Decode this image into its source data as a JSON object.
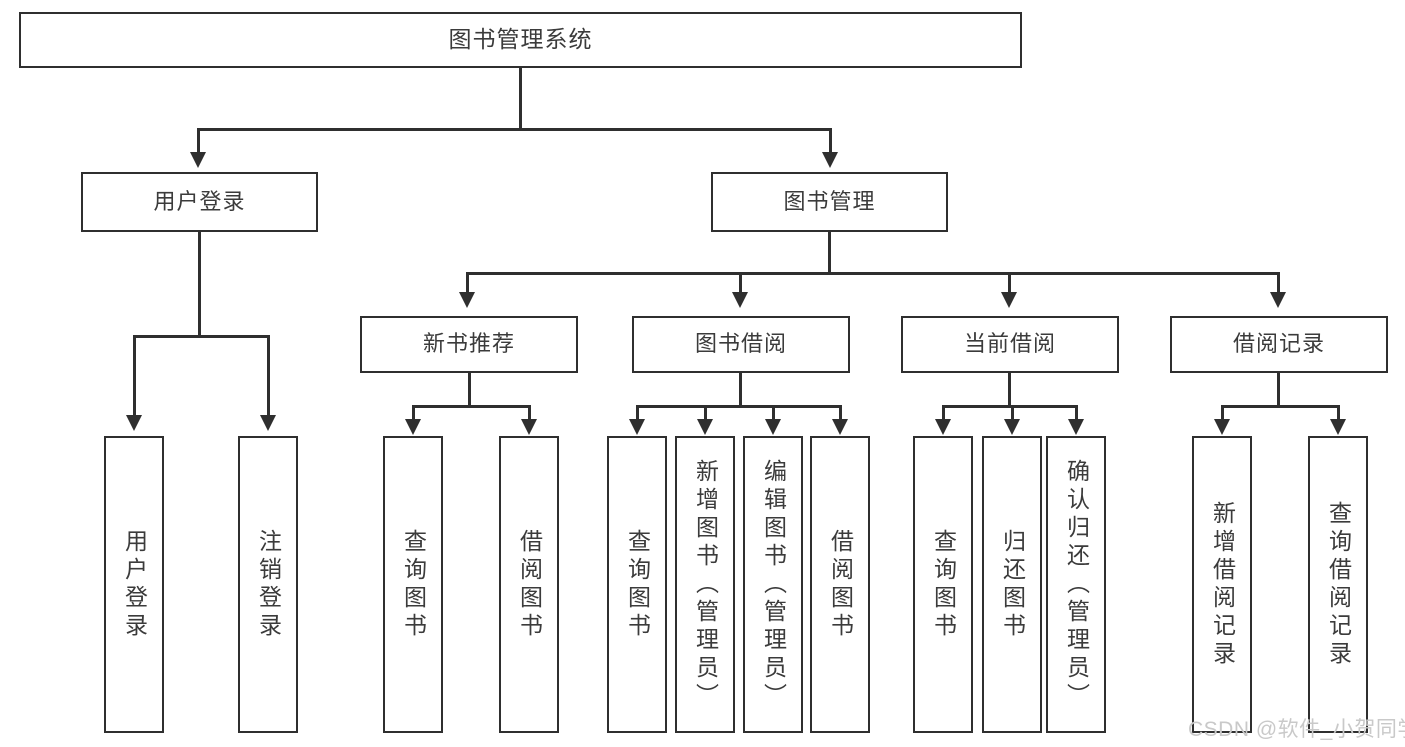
{
  "diagram": {
    "title": "图书管理系统",
    "root": {
      "label": "图书管理系统"
    },
    "level1": [
      {
        "label": "用户登录"
      },
      {
        "label": "图书管理"
      }
    ],
    "level2": [
      {
        "label": "新书推荐"
      },
      {
        "label": "图书借阅"
      },
      {
        "label": "当前借阅"
      },
      {
        "label": "借阅记录"
      }
    ],
    "leaves": {
      "user_login": [
        {
          "label": "用户登录"
        },
        {
          "label": "注销登录"
        }
      ],
      "new_book_recommend": [
        {
          "label": "查询图书"
        },
        {
          "label": "借阅图书"
        }
      ],
      "book_borrow": [
        {
          "label": "查询图书"
        },
        {
          "label": "新增图书（管理员）"
        },
        {
          "label": "编辑图书（管理员）"
        },
        {
          "label": "借阅图书"
        }
      ],
      "current_borrow": [
        {
          "label": "查询图书"
        },
        {
          "label": "归还图书"
        },
        {
          "label": "确认归还（管理员）"
        }
      ],
      "borrow_record": [
        {
          "label": "新增借阅记录"
        },
        {
          "label": "查询借阅记录"
        }
      ]
    }
  },
  "watermark": {
    "text": "CSDN @软件_小贺同学"
  },
  "colors": {
    "stroke": "#2f2f2f",
    "text": "#3b3b3b",
    "background": "#ffffff",
    "watermark": "#c9c9c9"
  }
}
